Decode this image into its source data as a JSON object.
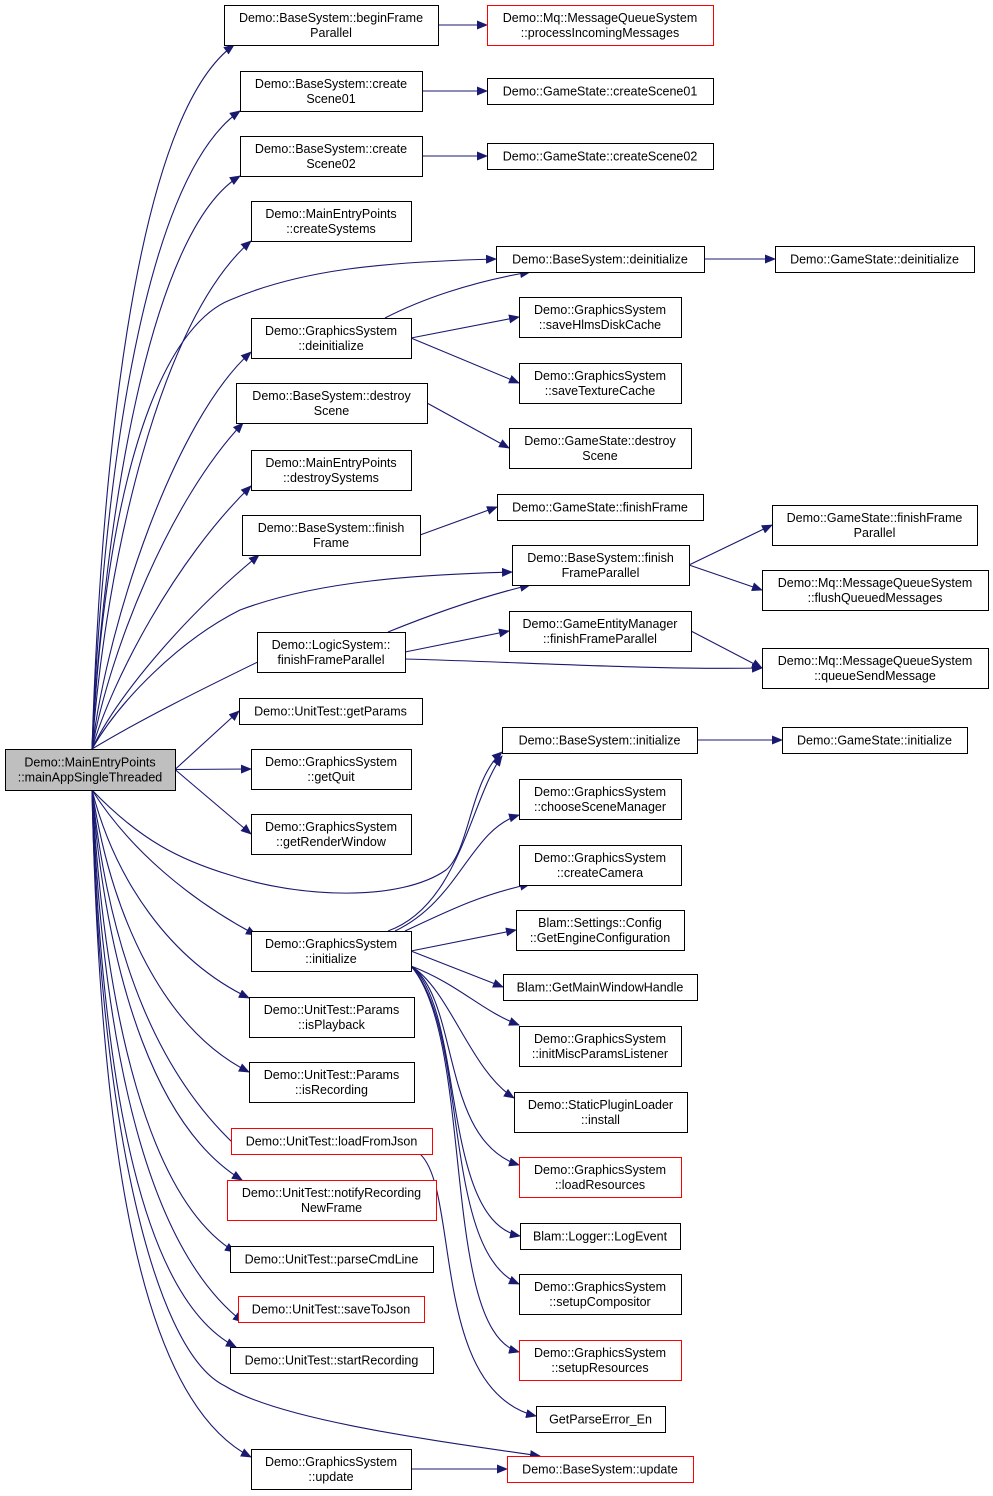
{
  "nodes": [
    {
      "id": "root",
      "lines": [
        "Demo::MainEntryPoints",
        "::mainAppSingleThreaded"
      ],
      "style": "root"
    },
    {
      "id": "bs_beginFrameParallel",
      "lines": [
        "Demo::BaseSystem::beginFrame",
        "Parallel"
      ],
      "style": "normal"
    },
    {
      "id": "mq_processIncoming",
      "lines": [
        "Demo::Mq::MessageQueueSystem",
        "::processIncomingMessages"
      ],
      "style": "red"
    },
    {
      "id": "bs_createScene01",
      "lines": [
        "Demo::BaseSystem::create",
        "Scene01"
      ],
      "style": "normal"
    },
    {
      "id": "gs_createScene01",
      "lines": [
        "Demo::GameState::createScene01"
      ],
      "style": "normal"
    },
    {
      "id": "bs_createScene02",
      "lines": [
        "Demo::BaseSystem::create",
        "Scene02"
      ],
      "style": "normal"
    },
    {
      "id": "gs_createScene02",
      "lines": [
        "Demo::GameState::createScene02"
      ],
      "style": "normal"
    },
    {
      "id": "mep_createSystems",
      "lines": [
        "Demo::MainEntryPoints",
        "::createSystems"
      ],
      "style": "normal"
    },
    {
      "id": "bs_deinitialize",
      "lines": [
        "Demo::BaseSystem::deinitialize"
      ],
      "style": "normal"
    },
    {
      "id": "gst_deinitialize",
      "lines": [
        "Demo::GameState::deinitialize"
      ],
      "style": "normal"
    },
    {
      "id": "gfx_deinitialize",
      "lines": [
        "Demo::GraphicsSystem",
        "::deinitialize"
      ],
      "style": "normal"
    },
    {
      "id": "gfx_saveHlms",
      "lines": [
        "Demo::GraphicsSystem",
        "::saveHlmsDiskCache"
      ],
      "style": "normal"
    },
    {
      "id": "gfx_saveTexture",
      "lines": [
        "Demo::GraphicsSystem",
        "::saveTextureCache"
      ],
      "style": "normal"
    },
    {
      "id": "bs_destroyScene",
      "lines": [
        "Demo::BaseSystem::destroy",
        "Scene"
      ],
      "style": "normal"
    },
    {
      "id": "gst_destroyScene",
      "lines": [
        "Demo::GameState::destroy",
        "Scene"
      ],
      "style": "normal"
    },
    {
      "id": "mep_destroySystems",
      "lines": [
        "Demo::MainEntryPoints",
        "::destroySystems"
      ],
      "style": "normal"
    },
    {
      "id": "bs_finishFrame",
      "lines": [
        "Demo::BaseSystem::finish",
        "Frame"
      ],
      "style": "normal"
    },
    {
      "id": "gst_finishFrame",
      "lines": [
        "Demo::GameState::finishFrame"
      ],
      "style": "normal"
    },
    {
      "id": "gst_finishFrameParallel",
      "lines": [
        "Demo::GameState::finishFrame",
        "Parallel"
      ],
      "style": "normal"
    },
    {
      "id": "bs_finishFrameParallel",
      "lines": [
        "Demo::BaseSystem::finish",
        "FrameParallel"
      ],
      "style": "normal"
    },
    {
      "id": "mq_flushQueued",
      "lines": [
        "Demo::Mq::MessageQueueSystem",
        "::flushQueuedMessages"
      ],
      "style": "normal"
    },
    {
      "id": "gem_finishFrameParallel",
      "lines": [
        "Demo::GameEntityManager",
        "::finishFrameParallel"
      ],
      "style": "normal"
    },
    {
      "id": "ls_finishFrameParallel",
      "lines": [
        "Demo::LogicSystem::",
        "finishFrameParallel"
      ],
      "style": "normal"
    },
    {
      "id": "mq_queueSend",
      "lines": [
        "Demo::Mq::MessageQueueSystem",
        "::queueSendMessage"
      ],
      "style": "normal"
    },
    {
      "id": "ut_getParams",
      "lines": [
        "Demo::UnitTest::getParams"
      ],
      "style": "normal"
    },
    {
      "id": "bs_initialize",
      "lines": [
        "Demo::BaseSystem::initialize"
      ],
      "style": "normal"
    },
    {
      "id": "gst_initialize",
      "lines": [
        "Demo::GameState::initialize"
      ],
      "style": "normal"
    },
    {
      "id": "gfx_getQuit",
      "lines": [
        "Demo::GraphicsSystem",
        "::getQuit"
      ],
      "style": "normal"
    },
    {
      "id": "gfx_chooseSM",
      "lines": [
        "Demo::GraphicsSystem",
        "::chooseSceneManager"
      ],
      "style": "normal"
    },
    {
      "id": "gfx_getRenderWindow",
      "lines": [
        "Demo::GraphicsSystem",
        "::getRenderWindow"
      ],
      "style": "normal"
    },
    {
      "id": "gfx_createCamera",
      "lines": [
        "Demo::GraphicsSystem",
        "::createCamera"
      ],
      "style": "normal"
    },
    {
      "id": "blam_getEngineConfig",
      "lines": [
        "Blam::Settings::Config",
        "::GetEngineConfiguration"
      ],
      "style": "normal"
    },
    {
      "id": "gfx_initialize",
      "lines": [
        "Demo::GraphicsSystem",
        "::initialize"
      ],
      "style": "normal"
    },
    {
      "id": "blam_getMainWindow",
      "lines": [
        "Blam::GetMainWindowHandle"
      ],
      "style": "normal"
    },
    {
      "id": "utp_isPlayback",
      "lines": [
        "Demo::UnitTest::Params",
        "::isPlayback"
      ],
      "style": "normal"
    },
    {
      "id": "gfx_initMisc",
      "lines": [
        "Demo::GraphicsSystem",
        "::initMiscParamsListener"
      ],
      "style": "normal"
    },
    {
      "id": "utp_isRecording",
      "lines": [
        "Demo::UnitTest::Params",
        "::isRecording"
      ],
      "style": "normal"
    },
    {
      "id": "spl_install",
      "lines": [
        "Demo::StaticPluginLoader",
        "::install"
      ],
      "style": "normal"
    },
    {
      "id": "ut_loadFromJson",
      "lines": [
        "Demo::UnitTest::loadFromJson"
      ],
      "style": "red"
    },
    {
      "id": "gfx_loadResources",
      "lines": [
        "Demo::GraphicsSystem",
        "::loadResources"
      ],
      "style": "red"
    },
    {
      "id": "ut_notifyRecording",
      "lines": [
        "Demo::UnitTest::notifyRecording",
        "NewFrame"
      ],
      "style": "red"
    },
    {
      "id": "blam_logEvent",
      "lines": [
        "Blam::Logger::LogEvent"
      ],
      "style": "normal"
    },
    {
      "id": "ut_parseCmdLine",
      "lines": [
        "Demo::UnitTest::parseCmdLine"
      ],
      "style": "normal"
    },
    {
      "id": "gfx_setupCompositor",
      "lines": [
        "Demo::GraphicsSystem",
        "::setupCompositor"
      ],
      "style": "normal"
    },
    {
      "id": "ut_saveToJson",
      "lines": [
        "Demo::UnitTest::saveToJson"
      ],
      "style": "red"
    },
    {
      "id": "gfx_setupResources",
      "lines": [
        "Demo::GraphicsSystem",
        "::setupResources"
      ],
      "style": "red"
    },
    {
      "id": "ut_startRecording",
      "lines": [
        "Demo::UnitTest::startRecording"
      ],
      "style": "normal"
    },
    {
      "id": "getParseError",
      "lines": [
        "GetParseError_En"
      ],
      "style": "normal"
    },
    {
      "id": "gfx_update",
      "lines": [
        "Demo::GraphicsSystem",
        "::update"
      ],
      "style": "normal"
    },
    {
      "id": "bs_update",
      "lines": [
        "Demo::BaseSystem::update"
      ],
      "style": "red"
    }
  ],
  "edges": [
    [
      "root",
      "bs_beginFrameParallel"
    ],
    [
      "bs_beginFrameParallel",
      "mq_processIncoming"
    ],
    [
      "root",
      "bs_createScene01"
    ],
    [
      "bs_createScene01",
      "gs_createScene01"
    ],
    [
      "root",
      "bs_createScene02"
    ],
    [
      "bs_createScene02",
      "gs_createScene02"
    ],
    [
      "root",
      "mep_createSystems"
    ],
    [
      "root",
      "bs_deinitialize"
    ],
    [
      "bs_deinitialize",
      "gst_deinitialize"
    ],
    [
      "root",
      "gfx_deinitialize"
    ],
    [
      "gfx_deinitialize",
      "bs_deinitialize"
    ],
    [
      "gfx_deinitialize",
      "gfx_saveHlms"
    ],
    [
      "gfx_deinitialize",
      "gfx_saveTexture"
    ],
    [
      "root",
      "bs_destroyScene"
    ],
    [
      "bs_destroyScene",
      "gst_destroyScene"
    ],
    [
      "root",
      "mep_destroySystems"
    ],
    [
      "root",
      "bs_finishFrame"
    ],
    [
      "bs_finishFrame",
      "gst_finishFrame"
    ],
    [
      "root",
      "bs_finishFrameParallel"
    ],
    [
      "bs_finishFrameParallel",
      "gst_finishFrameParallel"
    ],
    [
      "bs_finishFrameParallel",
      "mq_flushQueued"
    ],
    [
      "root",
      "ls_finishFrameParallel"
    ],
    [
      "ls_finishFrameParallel",
      "bs_finishFrameParallel"
    ],
    [
      "ls_finishFrameParallel",
      "gem_finishFrameParallel"
    ],
    [
      "ls_finishFrameParallel",
      "mq_queueSend"
    ],
    [
      "gem_finishFrameParallel",
      "mq_queueSend"
    ],
    [
      "root",
      "ut_getParams"
    ],
    [
      "root",
      "bs_initialize"
    ],
    [
      "bs_initialize",
      "gst_initialize"
    ],
    [
      "root",
      "gfx_getQuit"
    ],
    [
      "root",
      "gfx_getRenderWindow"
    ],
    [
      "root",
      "gfx_initialize"
    ],
    [
      "gfx_initialize",
      "bs_initialize"
    ],
    [
      "gfx_initialize",
      "gfx_chooseSM"
    ],
    [
      "gfx_initialize",
      "gfx_createCamera"
    ],
    [
      "gfx_initialize",
      "blam_getEngineConfig"
    ],
    [
      "gfx_initialize",
      "blam_getMainWindow"
    ],
    [
      "gfx_initialize",
      "gfx_initMisc"
    ],
    [
      "gfx_initialize",
      "spl_install"
    ],
    [
      "gfx_initialize",
      "gfx_loadResources"
    ],
    [
      "gfx_initialize",
      "blam_logEvent"
    ],
    [
      "gfx_initialize",
      "gfx_setupCompositor"
    ],
    [
      "gfx_initialize",
      "gfx_setupResources"
    ],
    [
      "root",
      "utp_isPlayback"
    ],
    [
      "root",
      "utp_isRecording"
    ],
    [
      "root",
      "ut_loadFromJson"
    ],
    [
      "ut_loadFromJson",
      "getParseError"
    ],
    [
      "root",
      "ut_notifyRecording"
    ],
    [
      "root",
      "ut_parseCmdLine"
    ],
    [
      "root",
      "ut_saveToJson"
    ],
    [
      "root",
      "ut_startRecording"
    ],
    [
      "root",
      "gfx_update"
    ],
    [
      "root",
      "bs_update"
    ],
    [
      "gfx_update",
      "bs_update"
    ]
  ]
}
